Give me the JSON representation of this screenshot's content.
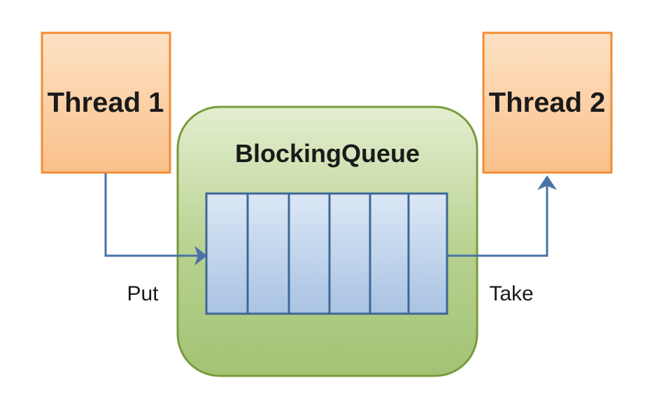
{
  "diagram": {
    "thread1": {
      "label": "Thread 1"
    },
    "thread2": {
      "label": "Thread 2"
    },
    "queue": {
      "title": "BlockingQueue",
      "slot_count": 6
    },
    "put": {
      "label": "Put"
    },
    "take": {
      "label": "Take"
    }
  },
  "colors": {
    "thread_fill": "#fbcb9a",
    "thread_stroke": "#f28c34",
    "queue_fill": "#b4cf8a",
    "queue_stroke": "#7a9a3c",
    "slot_fill": "#bcd3ec",
    "slot_stroke": "#3e6796",
    "arrow": "#4a72a8"
  }
}
